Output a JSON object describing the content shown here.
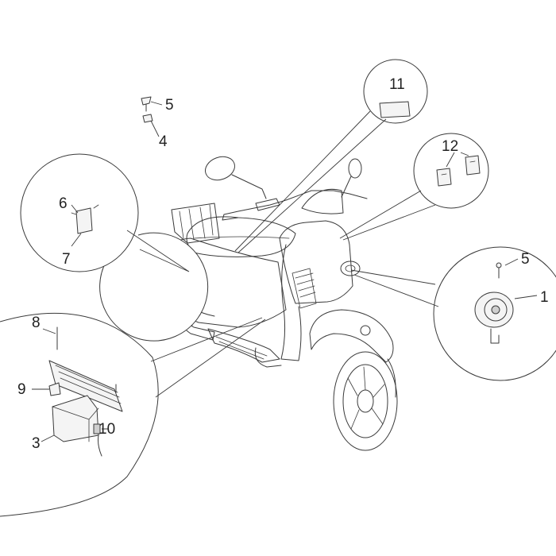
{
  "colors": {
    "line": "#3a3a3a",
    "background": "#ffffff",
    "part_fill": "#f4f4f4"
  },
  "labels": {
    "p1": "1",
    "p3": "3",
    "p4": "4",
    "p5_top": "5",
    "p5_right": "5",
    "p6": "6",
    "p7": "7",
    "p8": "8",
    "p9": "9",
    "p10": "10",
    "p11": "11",
    "p12": "12"
  }
}
